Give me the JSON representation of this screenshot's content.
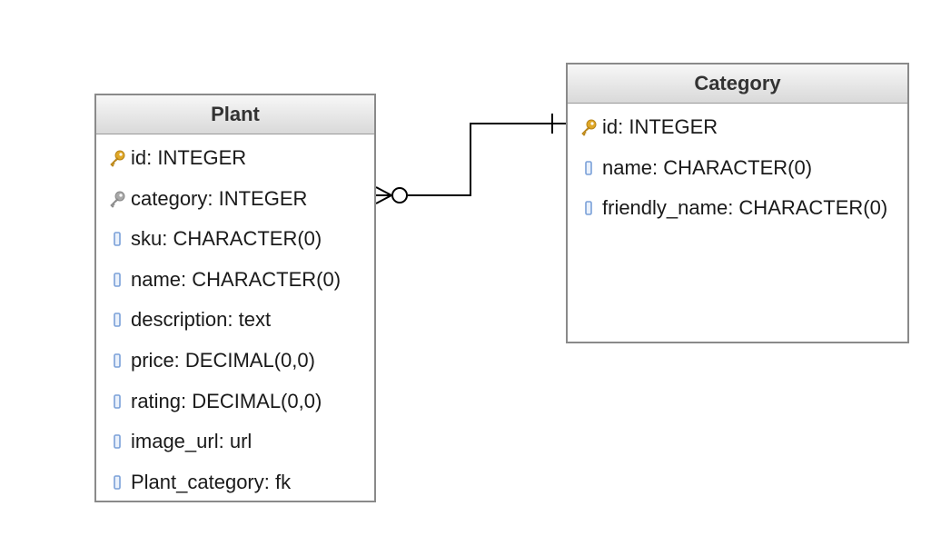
{
  "tables": [
    {
      "name": "Plant",
      "fields": [
        {
          "label": "id: INTEGER",
          "icon": "primary-key-icon"
        },
        {
          "label": "category: INTEGER",
          "icon": "foreign-key-icon"
        },
        {
          "label": "sku: CHARACTER(0)",
          "icon": "column-icon"
        },
        {
          "label": "name: CHARACTER(0)",
          "icon": "column-icon"
        },
        {
          "label": "description: text",
          "icon": "column-icon"
        },
        {
          "label": "price: DECIMAL(0,0)",
          "icon": "column-icon"
        },
        {
          "label": "rating: DECIMAL(0,0)",
          "icon": "column-icon"
        },
        {
          "label": "image_url: url",
          "icon": "column-icon"
        },
        {
          "label": "Plant_category: fk",
          "icon": "column-icon"
        }
      ]
    },
    {
      "name": "Category",
      "fields": [
        {
          "label": "id: INTEGER",
          "icon": "primary-key-icon"
        },
        {
          "label": "name: CHARACTER(0)",
          "icon": "column-icon"
        },
        {
          "label": "friendly_name: CHARACTER(0)",
          "icon": "column-icon"
        }
      ]
    }
  ],
  "relationship": {
    "from_table": "Plant",
    "from_field": "category: INTEGER",
    "from_cardinality": "zero-or-many",
    "to_table": "Category",
    "to_field": "id: INTEGER",
    "to_cardinality": "exactly-one"
  },
  "colors": {
    "border": "#8a8a8a",
    "header_top": "#f7f7f7",
    "header_bottom": "#d9d9d9",
    "key_gold": "#e0a827",
    "key_gray": "#a8a8a8",
    "column_blue": "#7aa0d8"
  }
}
